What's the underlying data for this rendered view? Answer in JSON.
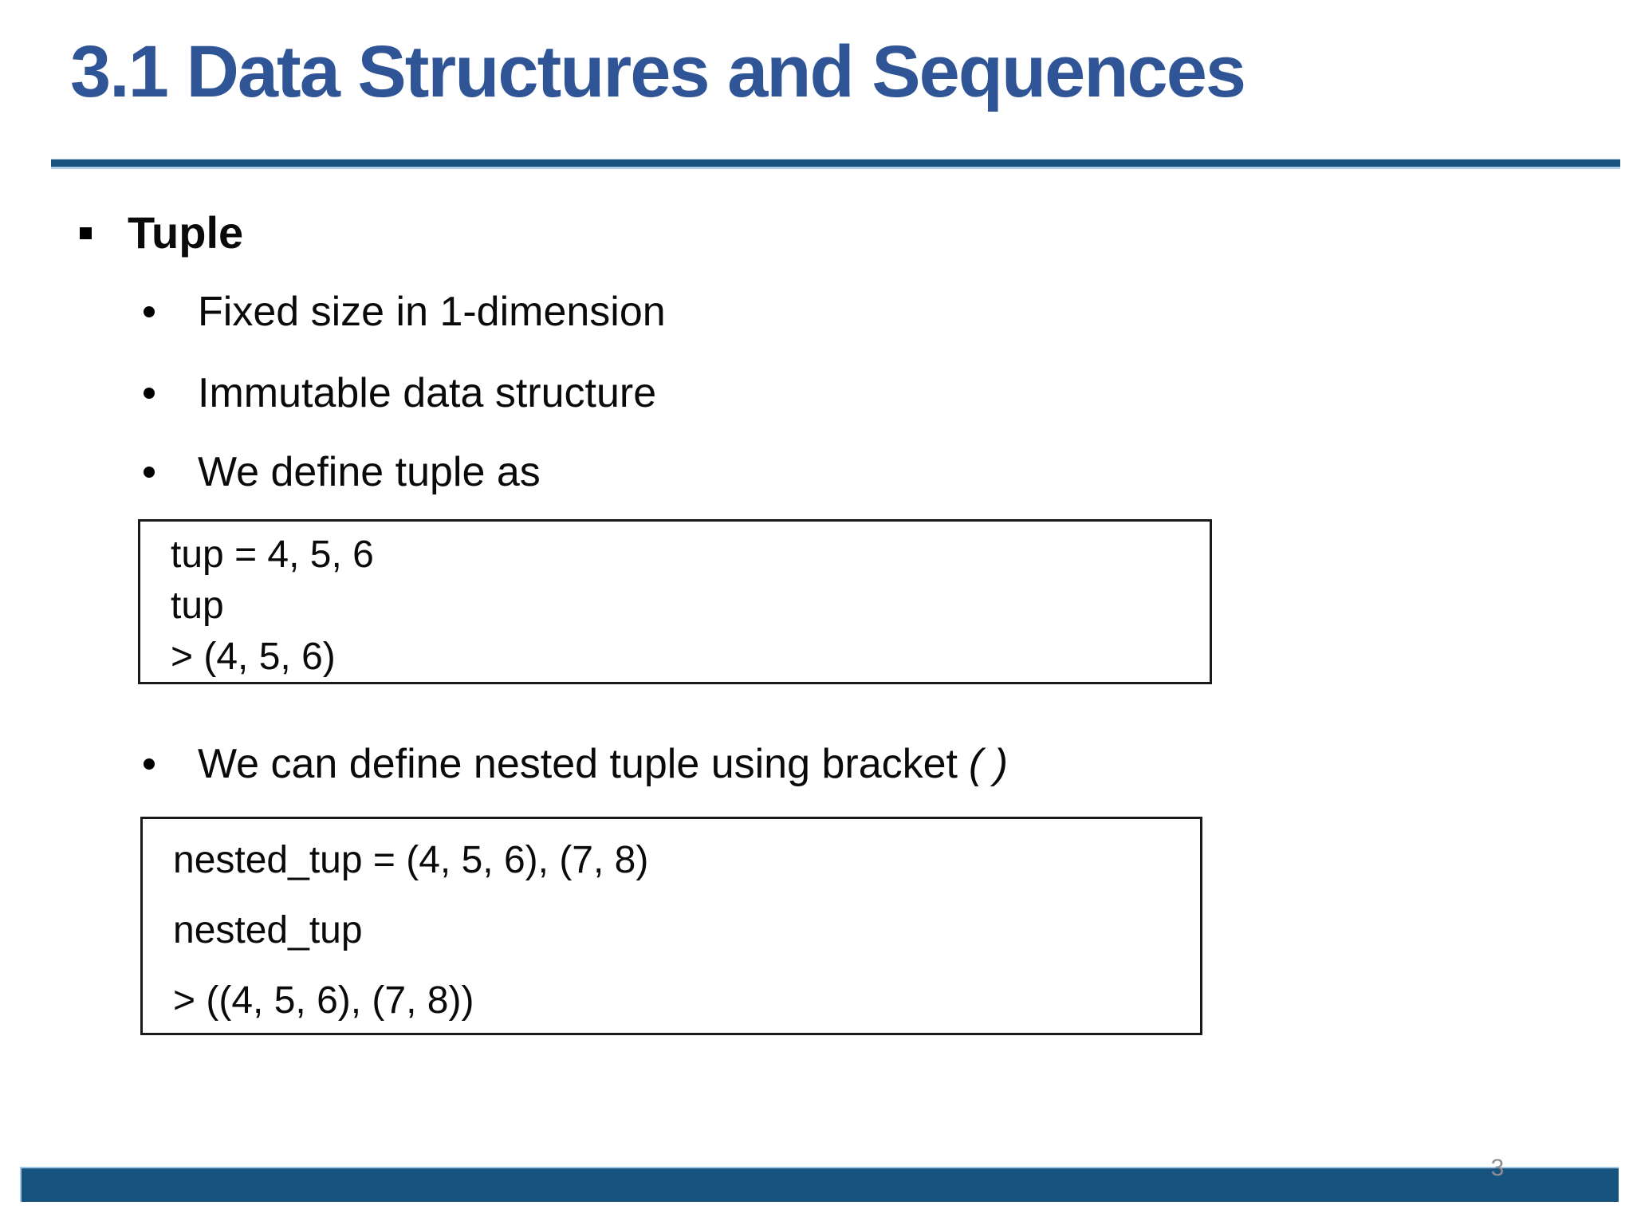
{
  "slide": {
    "title": "3.1 Data Structures and Sequences",
    "heading": {
      "marker": "square-bullet",
      "label": "Tuple"
    },
    "bullets": [
      {
        "marker": "dot-bullet",
        "text": "Fixed size in 1-dimension"
      },
      {
        "marker": "dot-bullet",
        "text": "Immutable data structure"
      },
      {
        "marker": "dot-bullet",
        "text": "We define tuple as"
      }
    ],
    "code_box_1": {
      "lines": [
        "tup = 4, 5, 6",
        "tup",
        "> (4, 5, 6)"
      ]
    },
    "nested_bullet": {
      "marker": "dot-bullet",
      "text": "We can define nested tuple using bracket",
      "italic_suffix": "( )"
    },
    "code_box_2": {
      "lines": [
        "nested_tup = (4, 5, 6), (7, 8)",
        "nested_tup",
        "> ((4, 5, 6), (7, 8))"
      ]
    },
    "footer": {
      "page_number": "3"
    }
  },
  "colors": {
    "title_blue": "#2F5597",
    "divider_blue": "#17537F",
    "divider_edge_light_blue": "#AFCFE9",
    "footer_bar_blue": "#17537F",
    "footer_bar_edge_light_blue": "#A3C7E8",
    "page_number_gray": "#8C8C8C",
    "body_text": "#0A0A0A",
    "code_box_border": "#1A1A1A",
    "background": "#FFFFFF"
  }
}
